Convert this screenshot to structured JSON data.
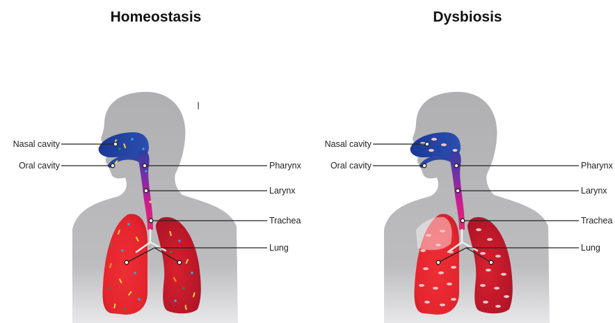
{
  "panels": [
    {
      "title": "Homeostasis",
      "labels": {
        "nasal_cavity": "Nasal cavity",
        "oral_cavity": "Oral cavity",
        "pharynx": "Pharynx",
        "larynx": "Larynx",
        "trachea": "Trachea",
        "lung": "Lung"
      }
    },
    {
      "title": "Dysbiosis",
      "labels": {
        "nasal_cavity": "Nasal cavity",
        "oral_cavity": "Oral cavity",
        "pharynx": "Pharynx",
        "larynx": "Larynx",
        "trachea": "Trachea",
        "lung": "Lung"
      }
    }
  ],
  "colors": {
    "silhouette": "#b3b3b5",
    "nasal_blue": "#1f3f9a",
    "airway_magenta": "#cc1a8c",
    "lung_red": "#e8282f",
    "lung_dark": "#b3142a",
    "microbe_colors": [
      "#ffd43b",
      "#2fa8e0",
      "#2e8b3e",
      "#f39c12"
    ],
    "dysbiosis_spot": "#f6c4c8"
  }
}
